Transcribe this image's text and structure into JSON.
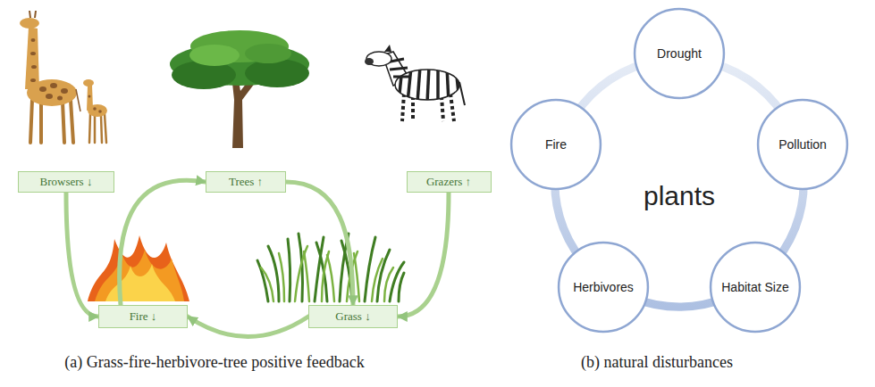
{
  "diagram": {
    "nodes": [
      {
        "text": [
          "Browsers ↓"
        ]
      },
      {
        "text": [
          "Trees ↑"
        ]
      },
      {
        "text": [
          "Grazers ↑"
        ]
      },
      {
        "text": [
          "Fire ↓"
        ]
      },
      {
        "text": [
          "Grass ↓"
        ]
      },
      {
        "text": [
          "Drought"
        ]
      },
      {
        "text": [
          "Fire"
        ]
      },
      {
        "text": [
          "Pollution"
        ]
      },
      {
        "text": [
          "plants"
        ]
      },
      {
        "text": [
          "Herbivores"
        ]
      },
      {
        "text": [
          "Habitat Size"
        ]
      }
    ],
    "edges": [
      {
        "from": 0,
        "to": 3,
        "arrow": "to"
      },
      {
        "from": 3,
        "to": 1,
        "arrow": "to"
      },
      {
        "from": 1,
        "to": 4,
        "arrow": "to"
      },
      {
        "from": 2,
        "to": 4,
        "arrow": "to"
      },
      {
        "from": 4,
        "to": 3,
        "arrow": "to"
      }
    ],
    "labels": [
      "(a) Grass-fire-herbivore-tree positive feedback",
      "(b) natural disturbances"
    ]
  }
}
